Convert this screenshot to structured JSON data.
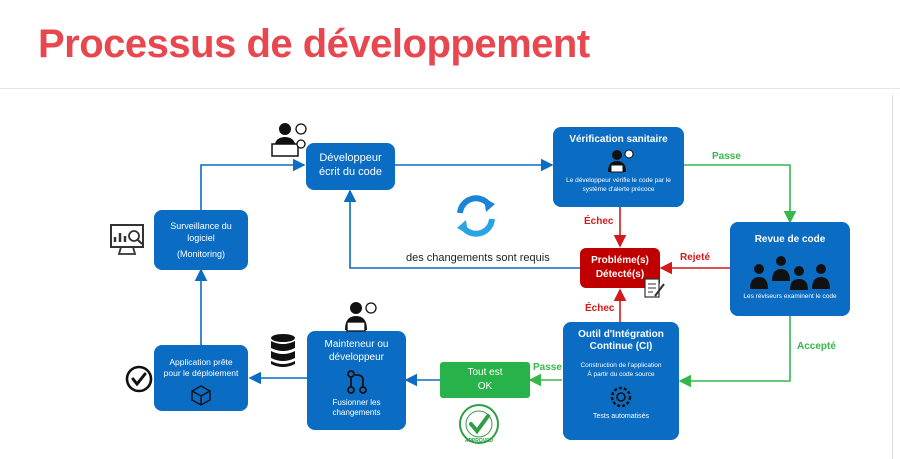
{
  "title": "Processus de développement",
  "nodes": {
    "dev": {
      "line1": "Développeur",
      "line2": "écrit du code"
    },
    "sanity": {
      "title": "Vérification sanitaire",
      "desc1": "Le développeur vérifie le code par le",
      "desc2": "système d'alerte précoce"
    },
    "review": {
      "title": "Revue de code",
      "desc": "Les réviseurs examinent le code"
    },
    "ci": {
      "title1": "Outil d'Intégration",
      "title2": "Continue (CI)",
      "desc1": "Construction de l'application",
      "desc2": "À partir du code source",
      "tests": "Tests automatisés"
    },
    "problem": {
      "line1": "Probléme(s)",
      "line2": "Détecté(s)"
    },
    "ok": {
      "line1": "Tout est",
      "line2": "OK"
    },
    "maint": {
      "line1": "Mainteneur ou",
      "line2": "développeur",
      "line3": "Fusionner les",
      "line4": "changements"
    },
    "deploy": {
      "line1": "Application prête",
      "line2": "pour le déploiement"
    },
    "monitor": {
      "line1": "Surveillance du",
      "line2": "logiciel",
      "line3": "(Monitoring)"
    }
  },
  "edges": {
    "passe_top": "Passe",
    "echec_top": "Échec",
    "rejete": "Rejeté",
    "accepte": "Accepté",
    "echec_bottom": "Échec",
    "passe_bottom": "Passe",
    "changes": "des changements sont requis"
  },
  "badge": {
    "text": "APPROVED"
  },
  "colors": {
    "title": "#e8474f",
    "box": "#0a6cc2",
    "green": "#35b84a",
    "red": "#d21a1a",
    "ok": "#27b34a"
  }
}
